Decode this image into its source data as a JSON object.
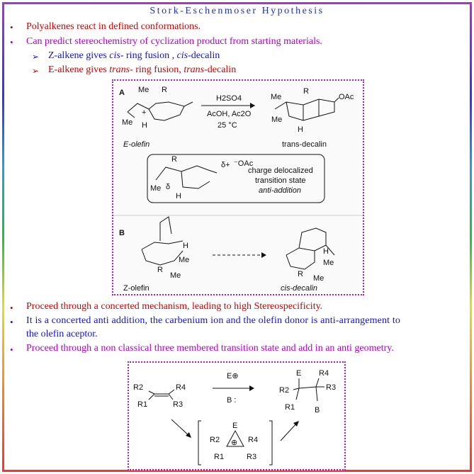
{
  "title": "Stork-Eschenmoser Hypothesis",
  "bullets_top": [
    {
      "text": "Polyalkenes react in defined conformations."
    },
    {
      "text": "Can predict stereochemistry of cyclization product from starting materials."
    }
  ],
  "sub_bullets": [
    {
      "a": "Z-alkene gives ",
      "b": "cis",
      "c": "- ring fusion , ",
      "d": "cis",
      "e": "-decalin"
    },
    {
      "a": "E-alkene gives ",
      "b": "trans",
      "c": "- ring fusion, ",
      "d": "trans",
      "e": "-decalin"
    }
  ],
  "bullets_bottom": [
    {
      "text": "Proceed through a concerted mechanism, leading to high Stereospecificity."
    },
    {
      "text": "It is a concerted anti addition, the carbenium ion and the olefin donor is anti-arrangement to",
      "text2": "the olefin aceptor."
    },
    {
      "text": "Proceed through a non classical three membered transition state and add in an anti geometry."
    }
  ],
  "bullet_glyph": "•",
  "arrow_glyph": "➢",
  "figure1": {
    "panel_a": "A",
    "me": "Me",
    "r": "R",
    "h": "H",
    "plus": "+",
    "reagent1": "H2SO4",
    "reagent2": "AcOH, Ac2O",
    "reagent3": "25 °C",
    "e_olefin": "E-olefin",
    "trans_decalin": "trans-decalin",
    "oac": "OAc",
    "delta_plus": "δ+",
    "minus_oac": "⁻OAc",
    "delta": "δ",
    "ts1": "charge delocalized",
    "ts2": "transition state",
    "ts3": "anti-addition",
    "panel_b": "B",
    "z_olefin": "Z-olefin",
    "cis_decalin": "cis-decalin"
  },
  "figure2": {
    "r1": "R1",
    "r2": "R2",
    "r3": "R3",
    "r4": "R4",
    "e_plus": "E⊕",
    "base": "B :",
    "e": "E",
    "b": "B",
    "plus": "⊕"
  }
}
